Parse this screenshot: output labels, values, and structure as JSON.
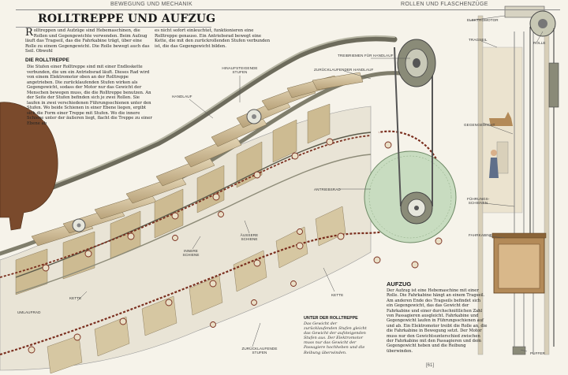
{
  "header": {
    "left": "BEWEGUNG UND MECHANIK",
    "right": "ROLLEN UND FLASCHENZÜGE"
  },
  "title": "ROLLTREPPE UND AUFZUG",
  "intro": {
    "dropcap": "R",
    "col1": "olltreppen und Aufzüge sind Hebemaschinen, die Rollen und Gegengewichte verwenden. Beim Aufzug läuft das Tragseil, das die Fahrkabine trägt, über eine Rolle zu einem Gegengewicht. Die Rolle bewegt auch das Seil. Obwohl",
    "col2": "es nicht sofort einleuchtet, funktionieren eine Rolltreppe genauso. Ein Antriebsrad bewegt eine Kette, die mit den zurückrollenden Stufen verbunden ist, die das Gegengewicht bilden."
  },
  "rolltreppe": {
    "heading": "DIE ROLLTREPPE",
    "text": "Die Stufen einer Rolltreppe sind mit einer Endloskette verbunden, die um ein Antriebsrad läuft. Dieses Rad wird von einem Elektromotor oben an der Rolltreppe angetrieben. Die zurücklaufenden Stufen wirken als Gegengewicht, sodass der Motor nur das Gewicht der Menschen bewegen muss, die die Rolltreppe benutzen. An der Seite der Stufen befinden sich je zwei Rollen. Sie laufen in zwei verschiedenen Führungsschienen unter den Stufen. Wo beide Schienen in einer Ebene liegen, ergibt sich die Form einer Treppe mit Stufen. Wo die innere Schiene unter der äußeren liegt, flacht die Treppe zu einer Ebene ab"
  },
  "labels": {
    "treibriemen": "TREIBRIEMEN FÜR HANDLAUF",
    "zurueck_handlauf": "ZURÜCKLAUFENDER HANDLAUF",
    "hinauf_stufen": "HINAUFSTEIGENDE STUFEN",
    "handlauf": "HANDLAUF",
    "antriebsrad": "ANTRIEBSRAD",
    "aeussere_schiene": "ÄUSSERE SCHIENE",
    "innere_schiene": "INNERE SCHIENE",
    "kette_left": "KETTE",
    "kette_right": "KETTE",
    "umlaufrad": "UMLAUFRAD",
    "zurueck_stufen": "ZURÜCKLAUFENDE STUFEN",
    "elektromotor": "ELEKTROMOTOR",
    "tragseil": "TRAGSEIL",
    "rolle": "ROLLE",
    "gegengewicht": "GEGENGEWICHT",
    "fuehrungsschienen": "FÜHRUNGS-SCHIENEN",
    "fahrkabine": "FAHRKABINE",
    "puffer": "PUFFER"
  },
  "aufzug": {
    "heading": "AUFZUG",
    "text": "Der Aufzug ist eine Hebemaschine mit einer Rolle. Die Fahrkabine hängt an einem Tragseil. Am anderen Ende des Tragseils befindet sich ein Gegengewicht, das das Gewicht der Fahrkabine und einer durchschnittlichen Zahl von Passagieren ausgleicht. Fahrkabine und Gegengewicht laufen in Führungsschienen auf und ab. Ein Elektromotor treibt die Rolle an, die die Fahrkabine in Bewegung setzt. Der Motor muss nur den Gewichtsunterschied zwischen der Fahrkabine mit den Passagieren und dem Gegengewicht heben und die Reibung überwinden."
  },
  "unter": {
    "heading": "UNTER DER ROLLTREPPE",
    "caption": "Das Gewicht der zurücklaufenden Stufen gleicht das Gewicht der aufsteigenden Stufen aus. Der Elektromotor muss nur das Gewicht der Passagiere hochheben und die Reibung überwinden."
  },
  "page_number": "[61]",
  "colors": {
    "paper": "#f6f3ea",
    "step": "#d9c9a5",
    "step_dark": "#b8a27a",
    "chain": "#7a2e1e",
    "rail": "#6f6b5c",
    "handrail": "#8a8a78",
    "gear": "#c8dcc0",
    "wall": "#e8e0cc",
    "bear": "#7a4a2c"
  }
}
